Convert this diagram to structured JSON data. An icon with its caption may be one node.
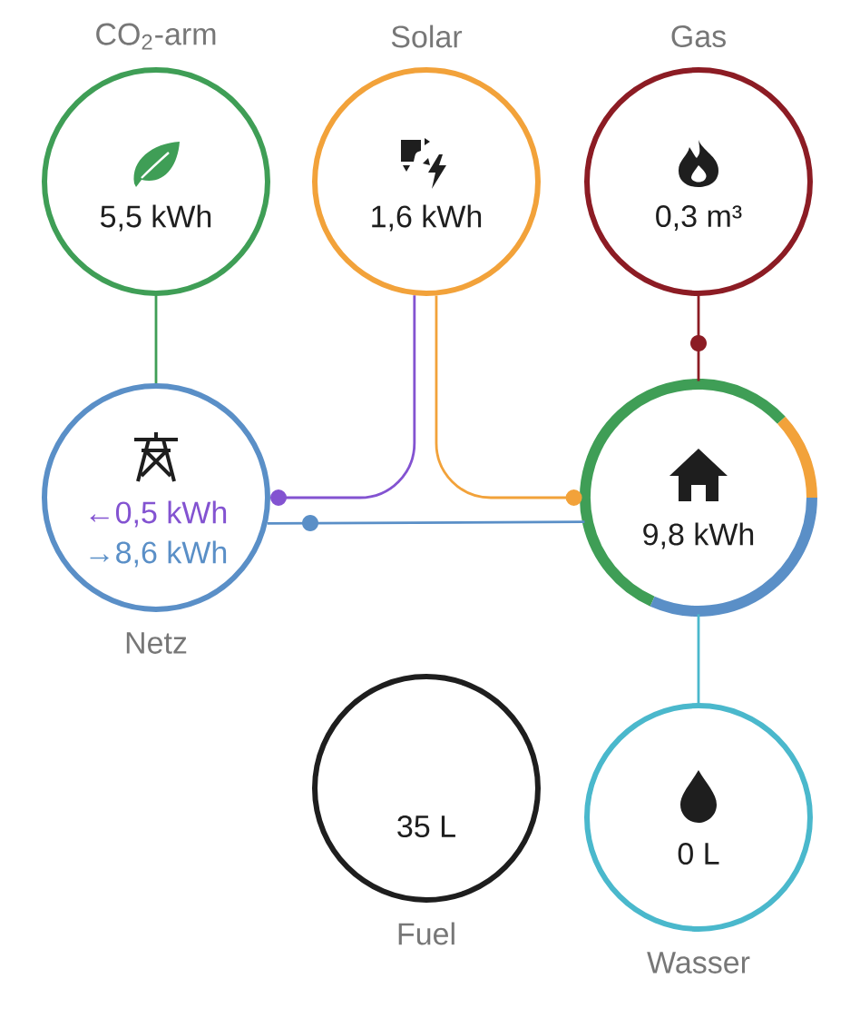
{
  "diagram": {
    "nodes": [
      {
        "text": [
          "CO$_{2}$-arm",
          "5,5 kWh"
        ]
      },
      {
        "text": [
          "Solar",
          "1,6 kWh"
        ]
      },
      {
        "text": [
          "Gas",
          "0,3 m³"
        ]
      },
      {
        "text": [
          "←0,5 kWh",
          "→8,6 kWh",
          "Netz"
        ]
      },
      {
        "text": [
          "9,8 kWh"
        ]
      },
      {
        "text": [
          "35 L",
          "Fuel"
        ]
      },
      {
        "text": [
          "0 L",
          "Wasser"
        ]
      }
    ],
    "edges": [
      {
        "from": 0,
        "to": 3,
        "arrow": "none",
        "color": "#3f9e56"
      },
      {
        "from": 1,
        "to": 3,
        "arrow": "other",
        "color": "#8353d1"
      },
      {
        "from": 1,
        "to": 4,
        "arrow": "other",
        "color": "#f2a23a"
      },
      {
        "from": 3,
        "to": 4,
        "arrow": "none",
        "color": "#5a8fc7"
      },
      {
        "from": 2,
        "to": 4,
        "arrow": "none",
        "color": "#8c1c24"
      },
      {
        "from": 4,
        "to": 6,
        "arrow": "none",
        "color": "#4ab8cc"
      }
    ]
  }
}
